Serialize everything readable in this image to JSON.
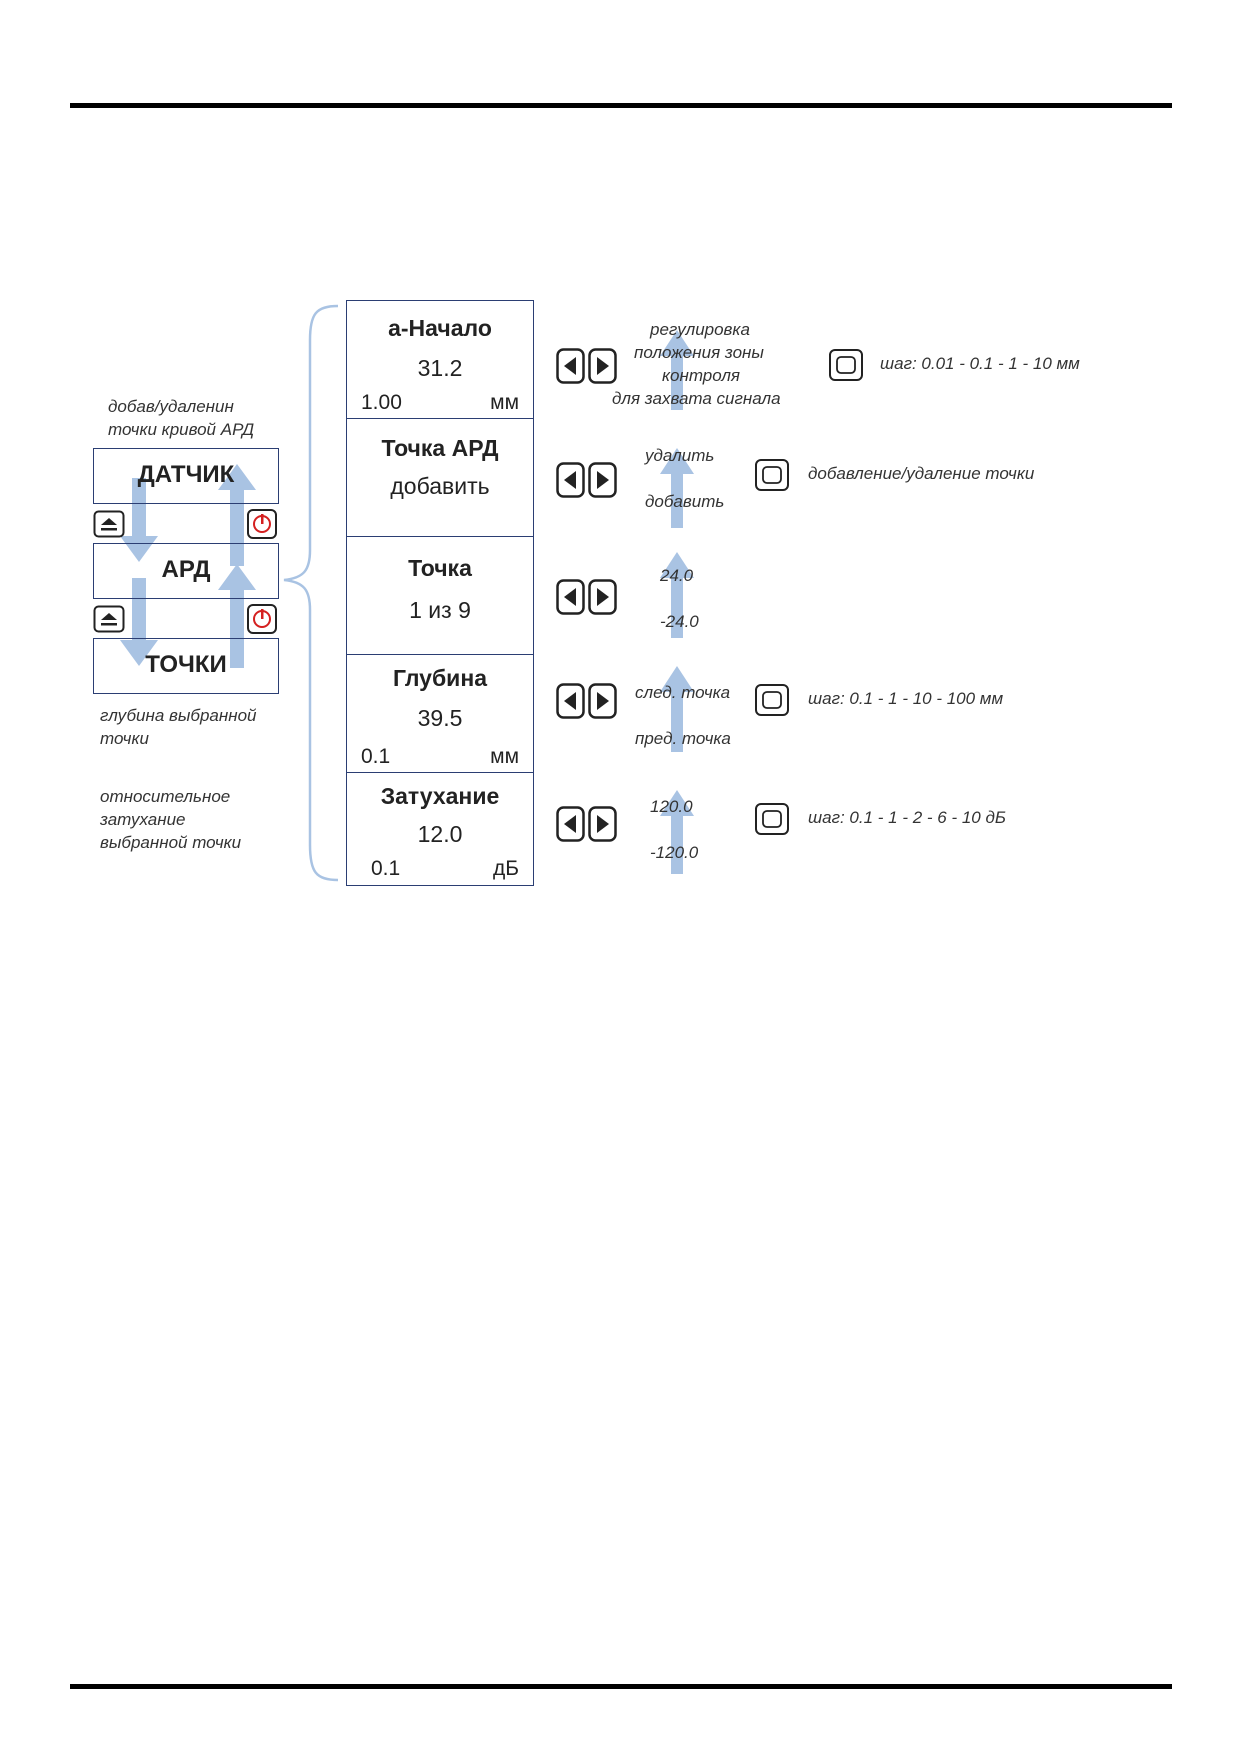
{
  "menu": {
    "note_top_line1": "добав/удаленин",
    "note_top_line2": "точки кривой АРД",
    "items": [
      "ДАТЧИК",
      "АРД",
      "ТОЧКИ"
    ],
    "note_depth_line1": "глубина выбранной",
    "note_depth_line2": "точки",
    "note_atten_line1": "относительное",
    "note_atten_line2": "затухание",
    "note_atten_line3": "выбранной точки"
  },
  "panel": {
    "cells": [
      {
        "title": "а-Начало",
        "value": "31.2",
        "step": "1.00",
        "unit": "мм"
      },
      {
        "title": "Точка АРД",
        "value": "добавить",
        "step": "",
        "unit": ""
      },
      {
        "title": "Точка",
        "value": "1 из 9",
        "step": "",
        "unit": ""
      },
      {
        "title": "Глубина",
        "value": "39.5",
        "step": "0.1",
        "unit": "мм"
      },
      {
        "title": "Затухание",
        "value": "12.0",
        "step": "0.1",
        "unit": "дБ"
      }
    ]
  },
  "controls": {
    "row1": {
      "arrow_line1": "регулировка",
      "arrow_line2": "положения зоны",
      "arrow_line3": "контроля",
      "arrow_line4": "для захвата сигнала",
      "ok_text": "шаг: 0.01 - 0.1 - 1 - 10 мм"
    },
    "row2": {
      "arrow_up": "удалить",
      "arrow_down": "добавить",
      "ok_text": "добавление/удаление точки"
    },
    "row3": {
      "arrow_up": "24.0",
      "arrow_down": "-24.0"
    },
    "row4": {
      "arrow_up": "след. точка",
      "arrow_down": "пред. точка",
      "ok_text": "шаг: 0.1 - 1 - 10 - 100 мм"
    },
    "row5": {
      "arrow_up": "120.0",
      "arrow_down": "-120.0",
      "ok_text": "шаг: 0.1 - 1 - 2 - 6 - 10 дБ"
    }
  },
  "colors": {
    "arrow": "#a9c3e3",
    "border": "#2b3e73",
    "accent_red": "#d42020"
  }
}
